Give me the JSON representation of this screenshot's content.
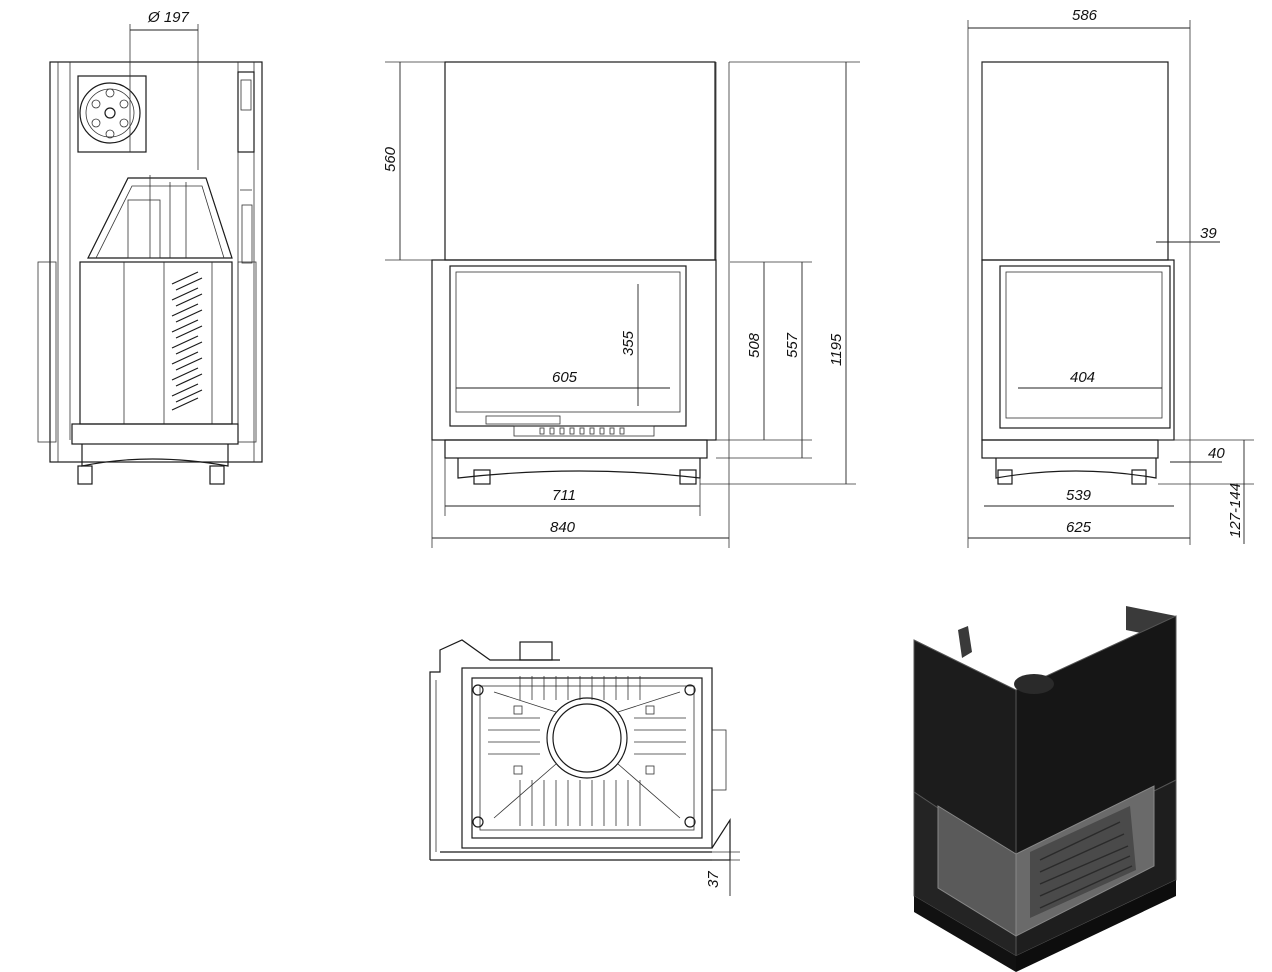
{
  "drawing": {
    "views": [
      "side-section",
      "front-view",
      "side-view",
      "top-view",
      "isometric-render"
    ],
    "colors": {
      "line": "#1a1a1a",
      "background": "#ffffff",
      "render_dark": "#1c1c1c",
      "render_mid": "#3a3a3a"
    }
  },
  "dimensions": {
    "flue_diameter": "Ø 197",
    "front_top_height": "560",
    "front_glass_height": "355",
    "front_glass_width": "605",
    "front_firebox_height": "508",
    "front_door_height": "557",
    "total_height": "1195",
    "front_base_width": "711",
    "front_total_width": "840",
    "side_top_width": "586",
    "side_offset": "39",
    "side_glass_width": "404",
    "side_base_height": "40",
    "side_base_width": "539",
    "side_total_width": "625",
    "leg_range": "127-144",
    "top_offset": "37"
  }
}
